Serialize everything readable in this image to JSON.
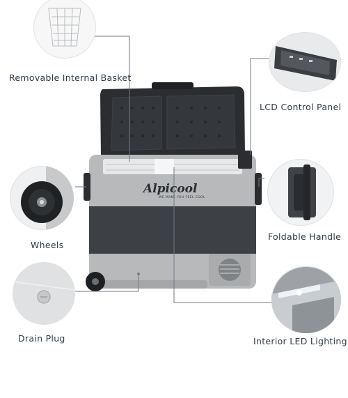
{
  "brand": {
    "logo_text": "Alpicool",
    "tagline": "WE MAKE YOU FEEL COOL"
  },
  "features": {
    "basket": "Removable Internal Basket",
    "lcd": "LCD Control Panel",
    "wheels": "Wheels",
    "handle": "Foldable Handle",
    "drain": "Drain Plug",
    "led": "Interior LED Lighting"
  },
  "colors": {
    "body_gray": "#b7b9bb",
    "band_dark": "#3d4044",
    "lid_dark": "#2b2d30",
    "leader_line": "#6f7a86"
  }
}
